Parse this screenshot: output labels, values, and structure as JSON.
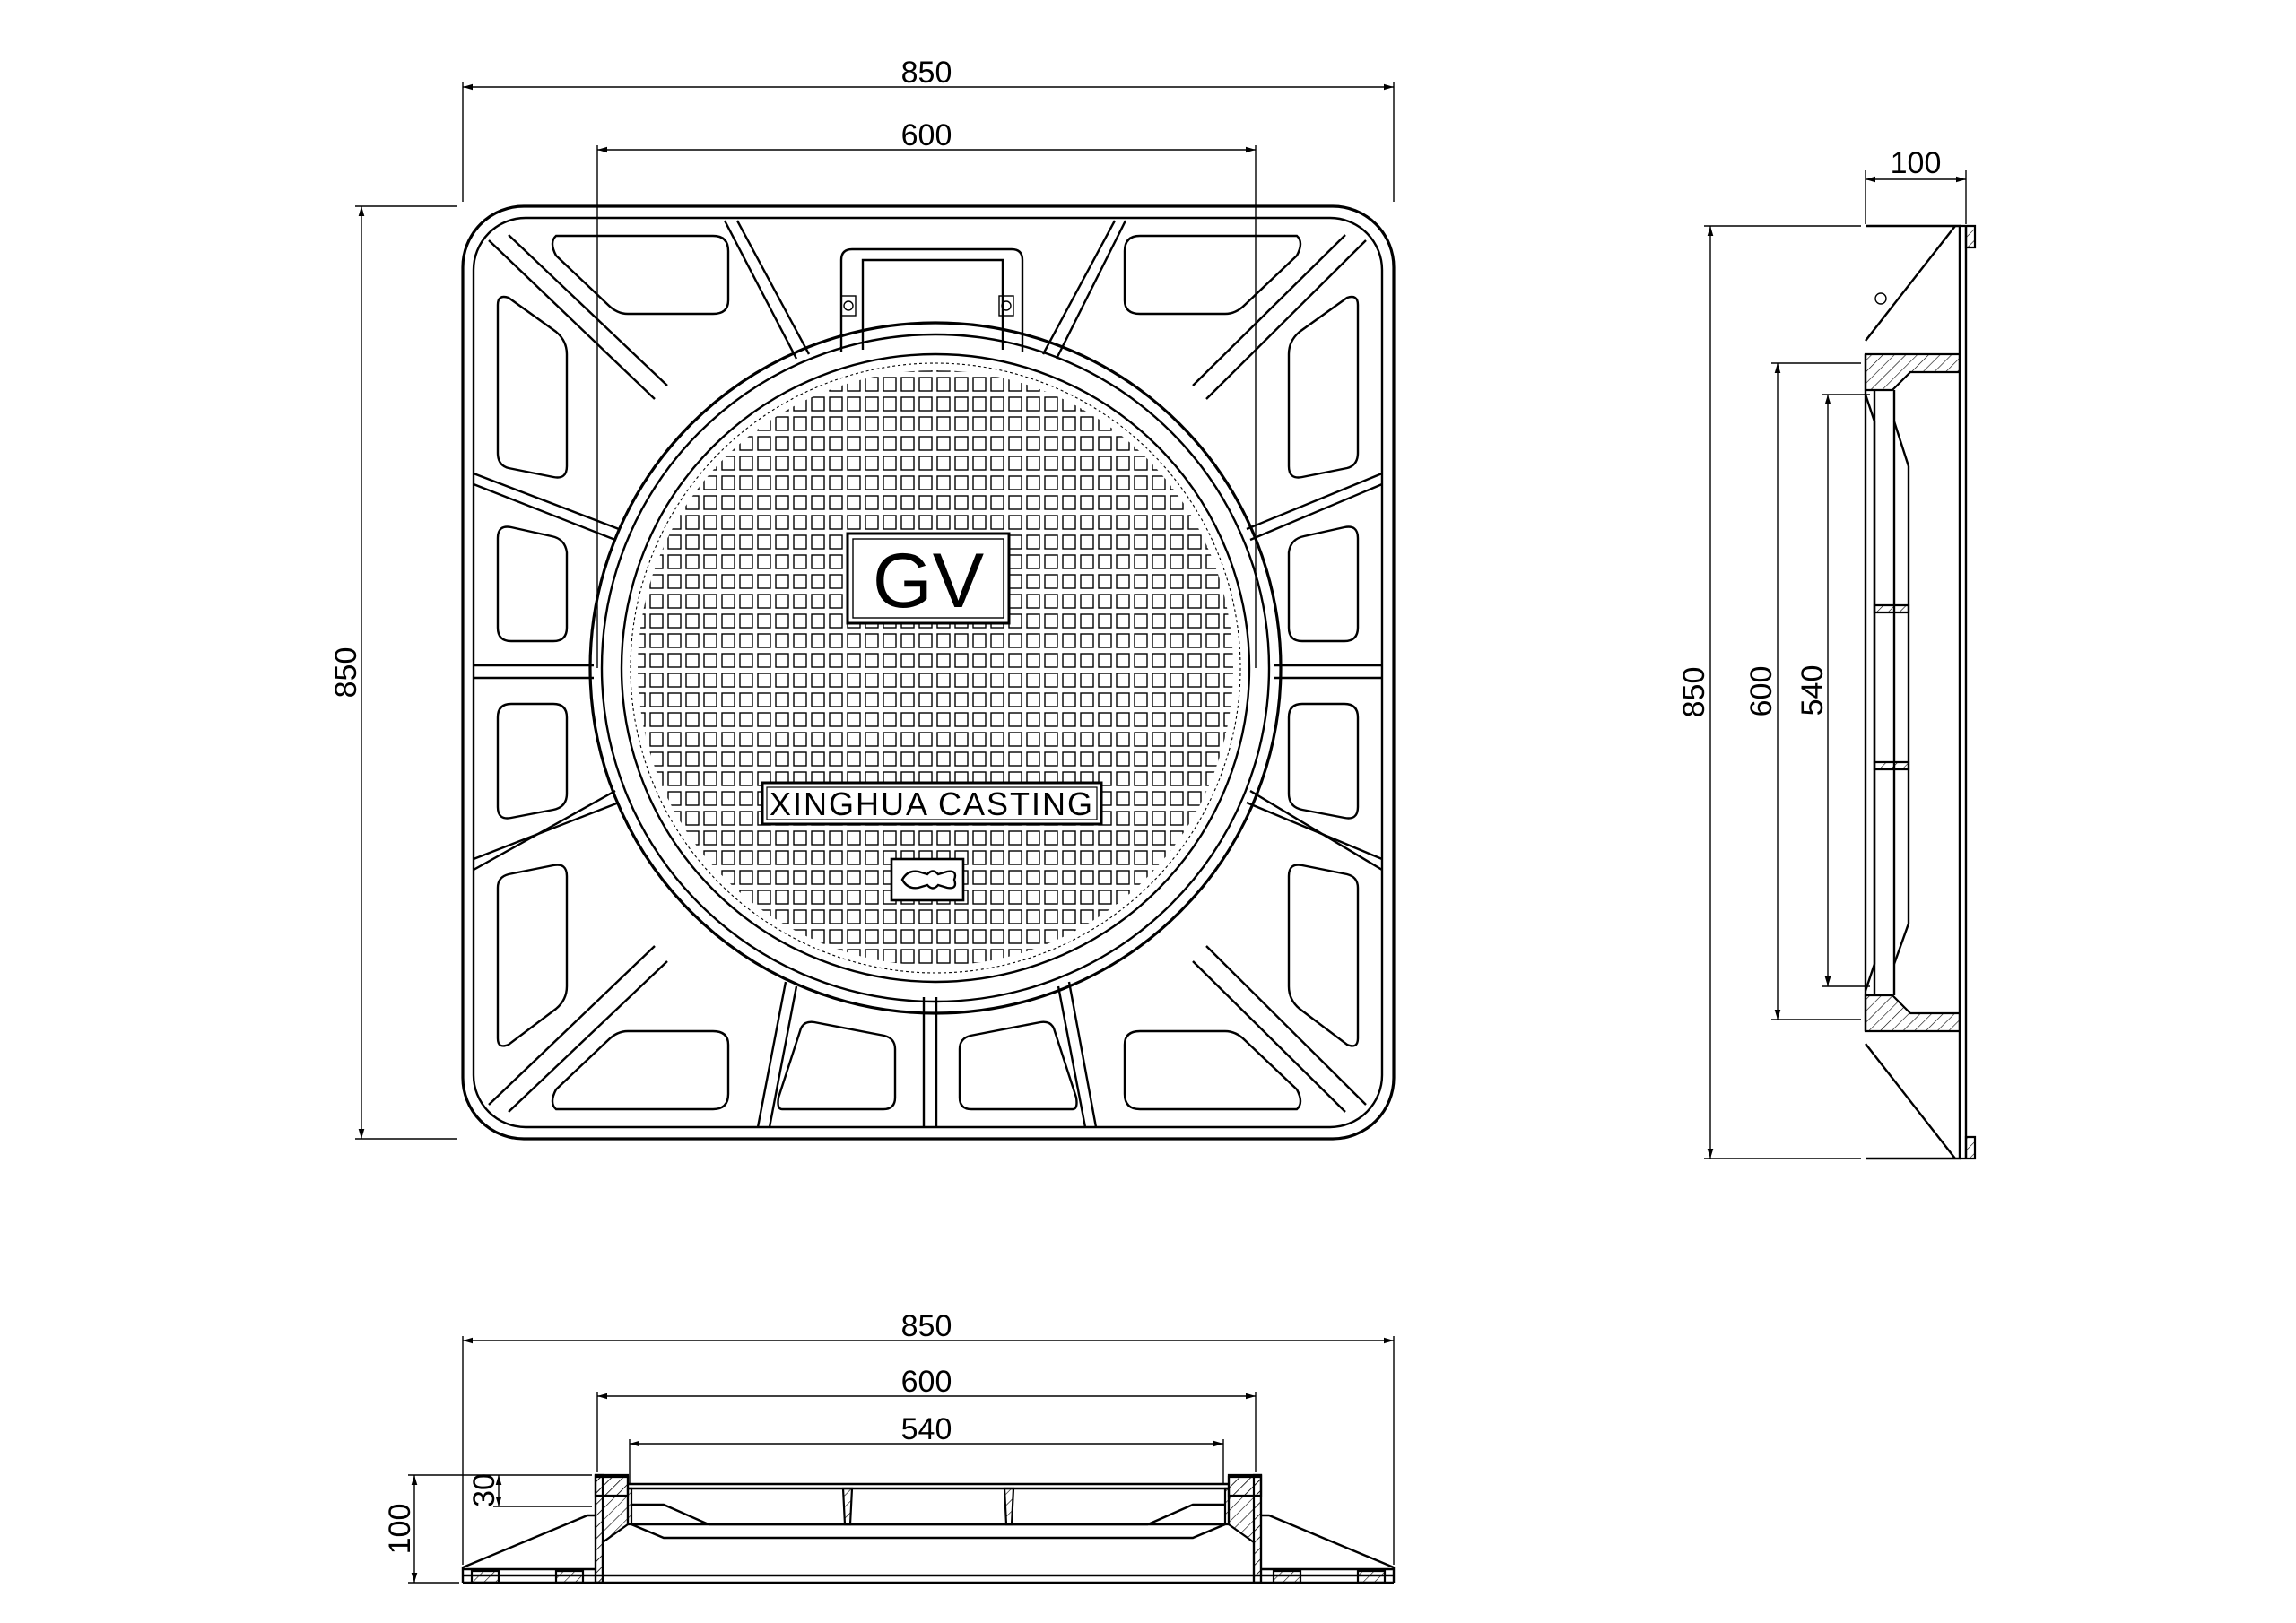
{
  "plan": {
    "cover_logo": "GV",
    "cover_maker": "XINGHUA CASTING",
    "dim_top_outer": "850",
    "dim_top_inner": "600",
    "dim_left": "850"
  },
  "side": {
    "dim_depth": "100",
    "dim_height": "850",
    "dim_frame_opening": "600",
    "dim_clear_opening": "540"
  },
  "section": {
    "dim_outer": "850",
    "dim_frame": "600",
    "dim_clear": "540",
    "dim_total_height": "100",
    "dim_lip": "30"
  }
}
